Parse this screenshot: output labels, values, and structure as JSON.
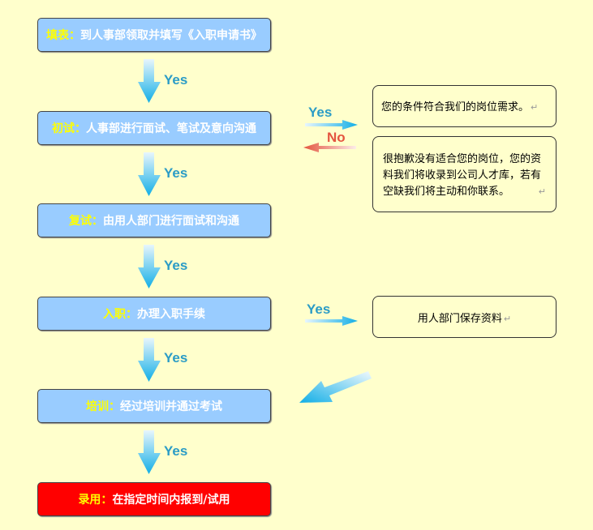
{
  "steps": [
    {
      "key": "填表：",
      "text": "到人事部领取并填写《入职申请书》"
    },
    {
      "key": "初试：",
      "text": "人事部进行面试、笔试及意向沟通"
    },
    {
      "key": "复试：",
      "text": "由用人部门进行面试和沟通"
    },
    {
      "key": "入职：",
      "text": "办理入职手续"
    },
    {
      "key": "培训：",
      "text": "经过培训并通过考试"
    },
    {
      "key": "录用：",
      "text": "在指定时间内报到/试用"
    }
  ],
  "yes_label": "Yes",
  "no_label": "No",
  "return_mark": "↵",
  "notes": {
    "pass": "您的条件符合我们的岗位需求。",
    "reject": "很抱歉没有适合您的岗位，您的资料我们将收录到公司人才库，若有空缺我们将主动和你联系。",
    "archive": "用人部门保存资料"
  },
  "colors": {
    "background": "#FFFFCC",
    "step": "#99CCFF",
    "final": "#FF0000",
    "key": "#FFFF00",
    "yes": "#2B9CC6",
    "no": "#E4553F"
  }
}
